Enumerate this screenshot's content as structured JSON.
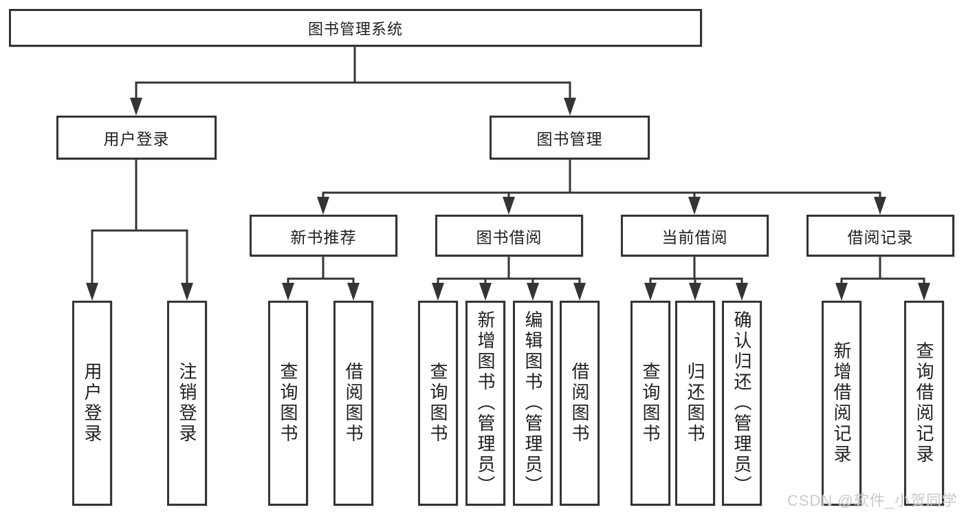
{
  "colors": {
    "line": "#343434",
    "node_border": "#343434",
    "node_text": "#1f1f1f",
    "background": "#ffffff",
    "watermark_text": "#c7c7c7"
  },
  "nodes": {
    "root": "图书管理系统",
    "level2": {
      "user_login": "用户登录",
      "book_mgmt": "图书管理"
    },
    "level3": {
      "new_books": "新书推荐",
      "book_borrow": "图书借阅",
      "current_borrow": "当前借阅",
      "borrow_records": "借阅记录"
    },
    "leaves": {
      "user_login": "用户登录",
      "logout": "注销登录",
      "nb_query": "查询图书",
      "nb_borrow": "借阅图书",
      "bb_query": "查询图书",
      "bb_add": "新增图书（管理员）",
      "bb_edit": "编辑图书（管理员）",
      "bb_borrow": "借阅图书",
      "cb_query": "查询图书",
      "cb_return": "归还图书",
      "cb_confirm": "确认归还（管理员）",
      "br_add": "新增借阅记录",
      "br_query": "查询借阅记录"
    }
  },
  "watermark": "CSDN @软件_小贺同学"
}
